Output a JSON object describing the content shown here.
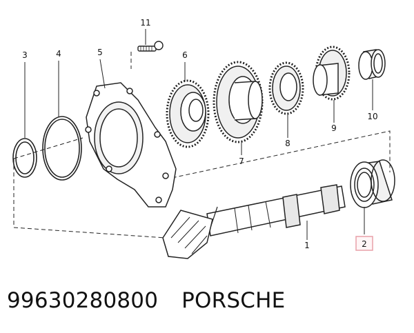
{
  "callouts": {
    "c1": "1",
    "c2": "2",
    "c3": "3",
    "c4": "4",
    "c5": "5",
    "c6": "6",
    "c7": "7",
    "c8": "8",
    "c9": "9",
    "c10": "10",
    "c11": "11"
  },
  "highlighted_callout": "2",
  "highlight_color": "#e8a0a8",
  "caption": {
    "part_number": "99630280800",
    "brand": "PORSCHE"
  }
}
